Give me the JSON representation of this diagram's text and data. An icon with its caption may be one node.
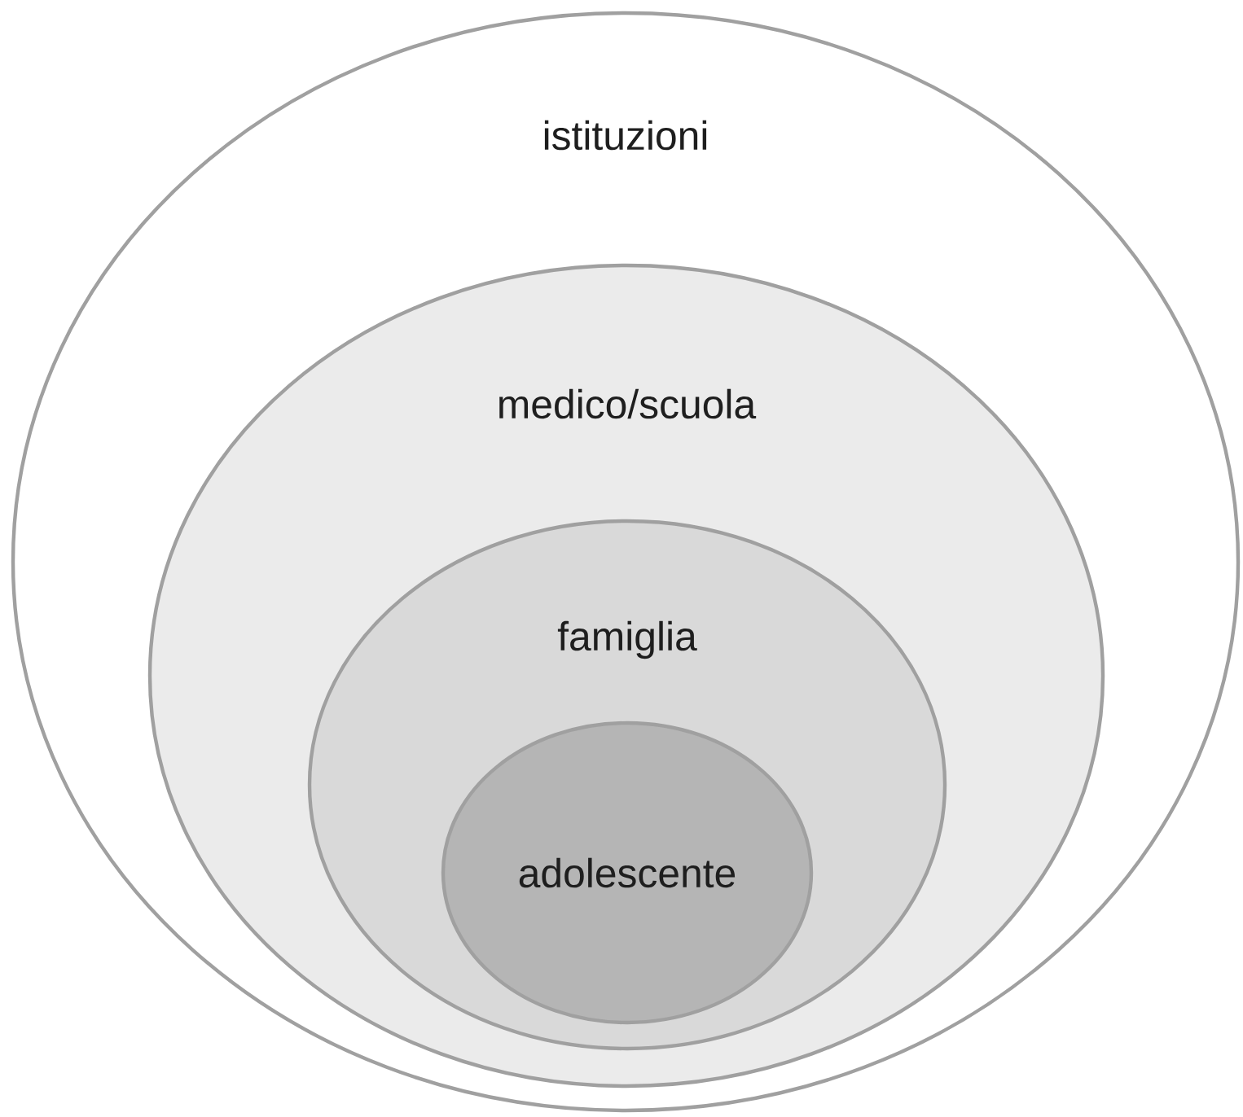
{
  "diagram": {
    "nodes": [
      {
        "text": [
          "istituzioni"
        ]
      },
      {
        "text": [
          "medico/scuola"
        ],
        "in": 0
      },
      {
        "text": [
          "famiglia"
        ],
        "in": 1
      },
      {
        "text": [
          "adolescente"
        ],
        "in": 2
      }
    ]
  }
}
